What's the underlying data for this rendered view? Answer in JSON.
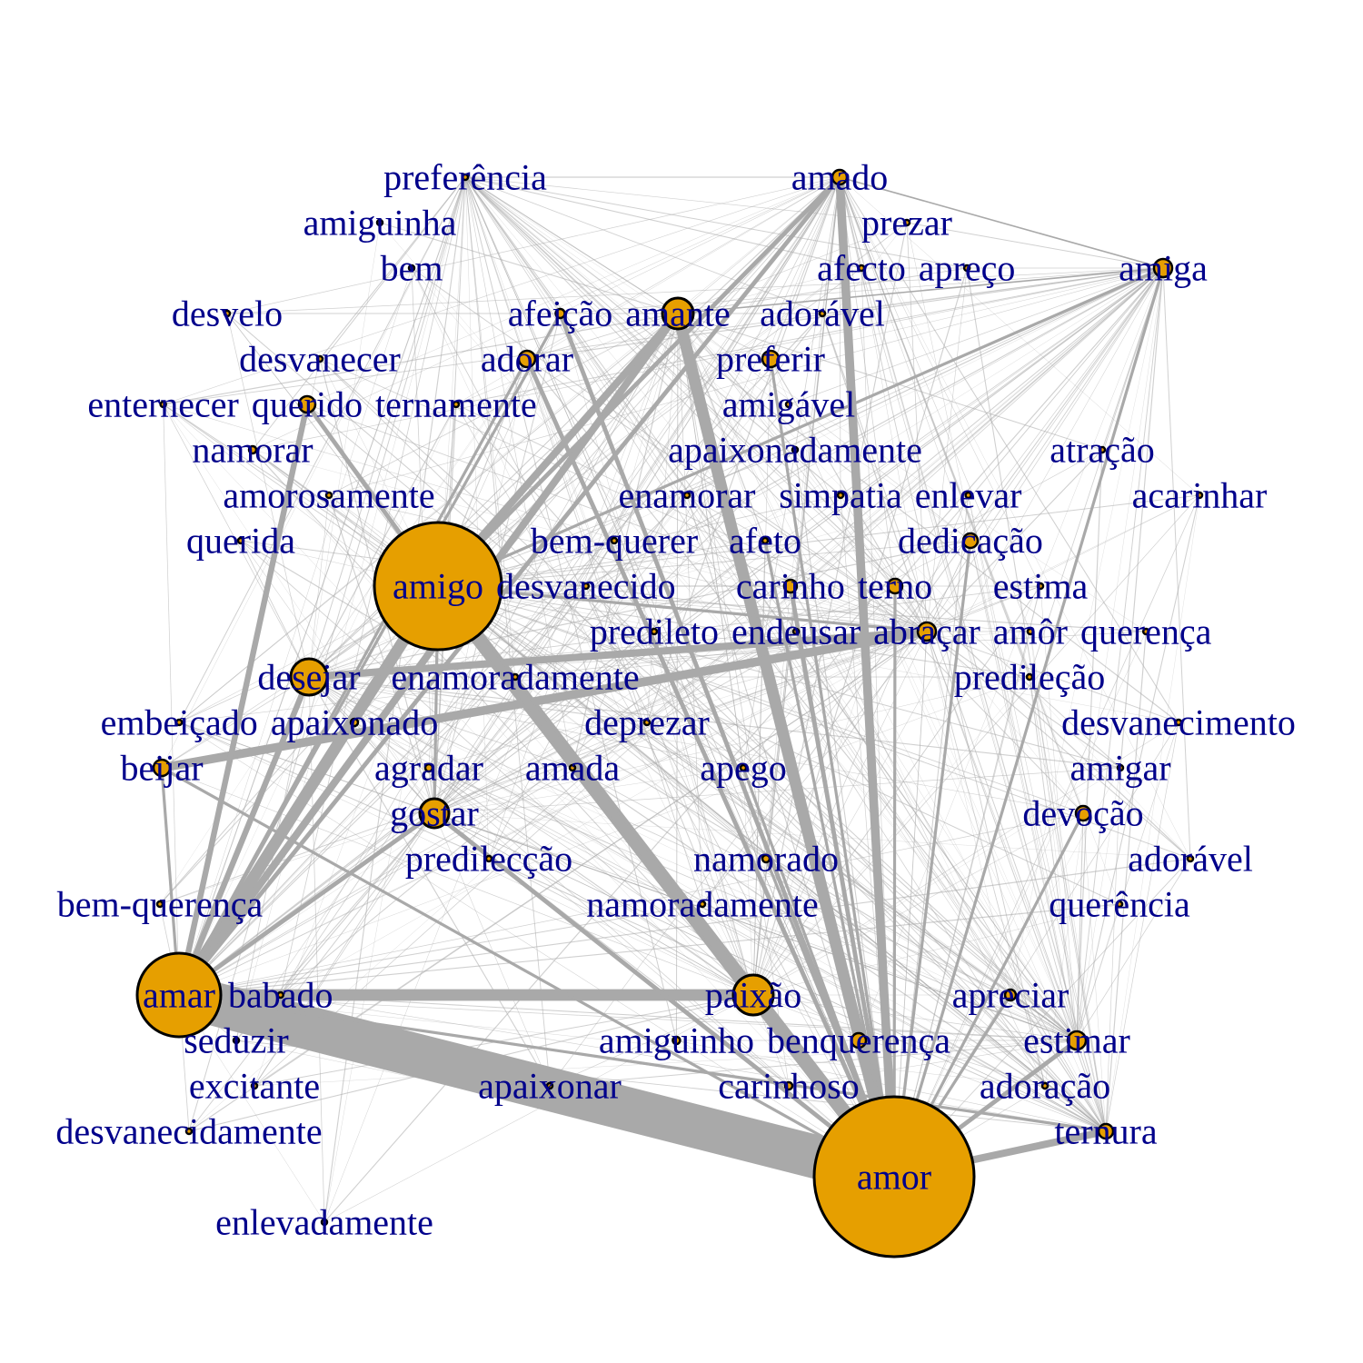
{
  "colors": {
    "node": "#E69F00",
    "edge": "#A9A9A9",
    "label": "#00008B",
    "stroke": "#000000"
  },
  "nodes": [
    {
      "id": "amor",
      "label": "amor",
      "size": "huge"
    },
    {
      "id": "amigo",
      "label": "amigo",
      "size": "huge"
    },
    {
      "id": "amar",
      "label": "amar",
      "size": "large"
    },
    {
      "id": "paixao",
      "label": "paixão",
      "size": "medium"
    },
    {
      "id": "amante",
      "label": "amante",
      "size": "medium"
    },
    {
      "id": "desejar",
      "label": "desejar",
      "size": "medium"
    },
    {
      "id": "gostar",
      "label": "gostar",
      "size": "medium"
    },
    {
      "id": "agradar",
      "label": "agradar",
      "size": "small"
    },
    {
      "id": "amado",
      "label": "amado",
      "size": "small"
    },
    {
      "id": "amiga",
      "label": "amiga",
      "size": "small"
    },
    {
      "id": "adorar",
      "label": "adorar",
      "size": "small"
    },
    {
      "id": "afeicao",
      "label": "afeição",
      "size": "small"
    },
    {
      "id": "preferir",
      "label": "preferir",
      "size": "small"
    },
    {
      "id": "querido",
      "label": "querido",
      "size": "small"
    },
    {
      "id": "beijar",
      "label": "beijar",
      "size": "small"
    },
    {
      "id": "carinho",
      "label": "carinho",
      "size": "small"
    },
    {
      "id": "terno",
      "label": "terno",
      "size": "small"
    },
    {
      "id": "abracar",
      "label": "abraçar",
      "size": "small"
    },
    {
      "id": "dedicacao",
      "label": "dedicação",
      "size": "small"
    },
    {
      "id": "estima",
      "label": "estima",
      "size": "tiny"
    },
    {
      "id": "estimar",
      "label": "estimar",
      "size": "small"
    },
    {
      "id": "ternura",
      "label": "ternura",
      "size": "small"
    },
    {
      "id": "devocao",
      "label": "devoção",
      "size": "small"
    },
    {
      "id": "apreciar",
      "label": "apreciar",
      "size": "small"
    },
    {
      "id": "benquerenca",
      "label": "benquerença",
      "size": "small"
    },
    {
      "id": "carinhoso",
      "label": "carinhoso",
      "size": "tiny"
    },
    {
      "id": "amiguinho",
      "label": "amiguinho",
      "size": "tiny"
    },
    {
      "id": "adoracao",
      "label": "adoração",
      "size": "tiny"
    },
    {
      "id": "preferencia",
      "label": "preferência",
      "size": "tiny"
    },
    {
      "id": "amiguinha",
      "label": "amiguinha",
      "size": "tiny"
    },
    {
      "id": "bem",
      "label": "bem",
      "size": "tiny"
    },
    {
      "id": "prezar",
      "label": "prezar",
      "size": "tiny"
    },
    {
      "id": "afecto",
      "label": "afecto",
      "size": "tiny"
    },
    {
      "id": "apreco",
      "label": "apreço",
      "size": "tiny"
    },
    {
      "id": "desvanecer",
      "label": "desvanecer",
      "size": "tiny"
    },
    {
      "id": "desvelo",
      "label": "desvelo",
      "size": "tiny"
    },
    {
      "id": "enternecer",
      "label": "enternecer",
      "size": "tiny"
    },
    {
      "id": "ternamente",
      "label": "ternamente",
      "size": "tiny"
    },
    {
      "id": "amorosamente",
      "label": "amorosamente",
      "size": "tiny"
    },
    {
      "id": "querida",
      "label": "querida",
      "size": "tiny"
    },
    {
      "id": "namorar",
      "label": "namorar",
      "size": "tiny"
    },
    {
      "id": "amigavel",
      "label": "amigável",
      "size": "tiny"
    },
    {
      "id": "amoravel",
      "label": "adorável",
      "size": "tiny"
    },
    {
      "id": "apaixonadamente",
      "label": "apaixonadamente",
      "size": "tiny"
    },
    {
      "id": "enamorar",
      "label": "enamorar",
      "size": "tiny"
    },
    {
      "id": "simpatia",
      "label": "simpatia",
      "size": "tiny"
    },
    {
      "id": "enlevar",
      "label": "enlevar",
      "size": "tiny"
    },
    {
      "id": "atracao",
      "label": "atração",
      "size": "tiny"
    },
    {
      "id": "acarinhar",
      "label": "acarinhar",
      "size": "tiny"
    },
    {
      "id": "bemquerer",
      "label": "bem-querer",
      "size": "tiny"
    },
    {
      "id": "afeto",
      "label": "afeto",
      "size": "tiny"
    },
    {
      "id": "endeusar",
      "label": "endeusar",
      "size": "tiny"
    },
    {
      "id": "desvanecido",
      "label": "desvanecido",
      "size": "tiny"
    },
    {
      "id": "predileto",
      "label": "predileto",
      "size": "tiny"
    },
    {
      "id": "enamoradamente",
      "label": "enamoradamente",
      "size": "tiny"
    },
    {
      "id": "deprezar",
      "label": "deprezar",
      "size": "tiny"
    },
    {
      "id": "amor2",
      "label": "amôr",
      "size": "tiny"
    },
    {
      "id": "querenca",
      "label": "querença",
      "size": "tiny"
    },
    {
      "id": "predilecao",
      "label": "predileção",
      "size": "tiny"
    },
    {
      "id": "desvanecimento",
      "label": "desvanecimento",
      "size": "tiny"
    },
    {
      "id": "amigar",
      "label": "amigar",
      "size": "tiny"
    },
    {
      "id": "embeicado",
      "label": "embeiçado",
      "size": "tiny"
    },
    {
      "id": "apaixonado",
      "label": "apaixonado",
      "size": "tiny"
    },
    {
      "id": "amada",
      "label": "amada",
      "size": "tiny"
    },
    {
      "id": "apego",
      "label": "apego",
      "size": "tiny"
    },
    {
      "id": "predileccao",
      "label": "predilecção",
      "size": "tiny"
    },
    {
      "id": "namorado",
      "label": "namorado",
      "size": "tiny"
    },
    {
      "id": "namoradamente",
      "label": "namoradamente",
      "size": "tiny"
    },
    {
      "id": "adoravel",
      "label": "adorável",
      "size": "tiny"
    },
    {
      "id": "querencia",
      "label": "querência",
      "size": "tiny"
    },
    {
      "id": "bemquerenca",
      "label": "bem-querença",
      "size": "tiny"
    },
    {
      "id": "seduzir",
      "label": "seduzir",
      "size": "tiny"
    },
    {
      "id": "excitante",
      "label": "excitante",
      "size": "tiny"
    },
    {
      "id": "babado",
      "label": "babado",
      "size": "tiny"
    },
    {
      "id": "apaixonar",
      "label": "apaixonar",
      "size": "tiny"
    },
    {
      "id": "desvanecidamente",
      "label": "desvanecidamente",
      "size": "tiny"
    },
    {
      "id": "enlevadamente",
      "label": "enlevadamente",
      "size": "tiny"
    }
  ],
  "edges": [
    [
      "amar",
      "amor",
      30
    ],
    [
      "amigo",
      "amor",
      10
    ],
    [
      "amante",
      "amor",
      8
    ],
    [
      "amado",
      "amor",
      6
    ],
    [
      "paixao",
      "amor",
      6
    ],
    [
      "amar",
      "paixao",
      8
    ],
    [
      "amar",
      "amigo",
      8
    ],
    [
      "desejar",
      "abracar",
      5
    ],
    [
      "beijar",
      "abracar",
      6
    ],
    [
      "amigo",
      "amante",
      5
    ],
    [
      "amar",
      "amante",
      5
    ],
    [
      "amigo",
      "paixao",
      5
    ],
    [
      "amar",
      "desejar",
      4
    ],
    [
      "amar",
      "querido",
      4
    ],
    [
      "amor",
      "ternura",
      5
    ],
    [
      "amor",
      "estimar",
      3
    ],
    [
      "amor",
      "amiga",
      2
    ],
    [
      "amado",
      "amigo",
      3
    ],
    [
      "amor",
      "afeicao",
      3
    ],
    [
      "amor",
      "adorar",
      3
    ],
    [
      "amar",
      "amado",
      3
    ],
    [
      "amor",
      "carinho",
      3
    ],
    [
      "amigo",
      "querido",
      3
    ],
    [
      "amar",
      "beijar",
      2
    ],
    [
      "amor",
      "gostar",
      3
    ],
    [
      "amor",
      "preferir",
      2
    ],
    [
      "amar",
      "gostar",
      3
    ],
    [
      "amigo",
      "amiga",
      2
    ],
    [
      "amor",
      "devocao",
      2
    ],
    [
      "amor",
      "apreciar",
      2
    ],
    [
      "amor",
      "dedicacao",
      2
    ],
    [
      "amor",
      "terno",
      2
    ],
    [
      "amado",
      "amiga",
      1
    ],
    [
      "amante",
      "amiga",
      1
    ],
    [
      "amar",
      "adorar",
      2
    ],
    [
      "amigo",
      "gostar",
      2
    ],
    [
      "amor",
      "namorado",
      2
    ],
    [
      "amor",
      "apego",
      2
    ],
    [
      "amar",
      "ternura",
      2
    ],
    [
      "beijar",
      "amor",
      2
    ],
    [
      "amigo",
      "abracar",
      2
    ],
    [
      "amor",
      "afeto",
      2
    ],
    [
      "amar",
      "afeicao",
      2
    ],
    [
      "amor",
      "benquerenca",
      2
    ]
  ]
}
